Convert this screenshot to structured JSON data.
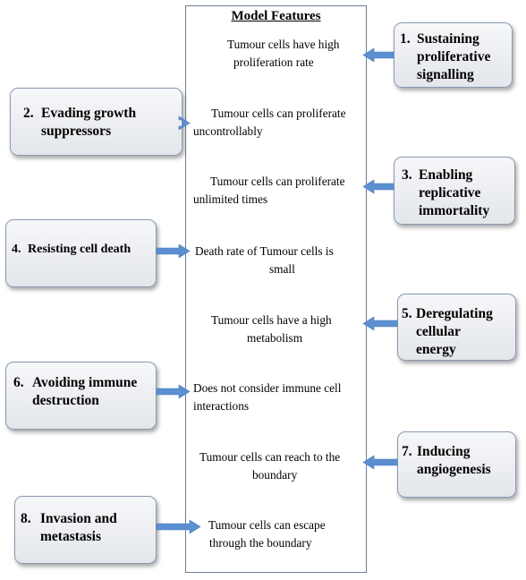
{
  "panel": {
    "title": "Model Features"
  },
  "features": [
    {
      "line1": "Tumour cells have high",
      "line2": "proliferation rate"
    },
    {
      "line1": "Tumour cells can proliferate",
      "line2": "uncontrollably"
    },
    {
      "line1": "Tumour  cells can proliferate",
      "line2": "unlimited times"
    },
    {
      "line1": "Death rate of  Tumour  cells is",
      "line2": "small"
    },
    {
      "line1": "Tumour cells have a high",
      "line2": "metabolism"
    },
    {
      "line1": "Does not consider immune cell",
      "line2": "interactions"
    },
    {
      "line1": "Tumour cells can reach to the",
      "line2": "boundary"
    },
    {
      "line1": "Tumour  cells can escape",
      "line2": "through the boundary"
    }
  ],
  "hallmarks": [
    {
      "num": "1.",
      "l1": "Sustaining",
      "l2": "proliferative",
      "l3": "signalling"
    },
    {
      "num": "2.",
      "l1": "Evading growth",
      "l2": "suppressors"
    },
    {
      "num": "3.",
      "l1": "Enabling",
      "l2": "replicative",
      "l3": "immortality"
    },
    {
      "num": "4.",
      "l1": "Resisting cell death"
    },
    {
      "num": "5.",
      "l1": "Deregulating",
      "l2": "cellular",
      "l3": "energy"
    },
    {
      "num": "6.",
      "l1": "Avoiding immune",
      "l2": "destruction"
    },
    {
      "num": "7.",
      "l1": "Inducing",
      "l2": "angiogenesis"
    },
    {
      "num": "8.",
      "l1": "Invasion and",
      "l2": "metastasis"
    }
  ],
  "colors": {
    "arrow": "#5b8fd0",
    "box_border": "#8a9bb0",
    "panel_border": "#6f7f92"
  }
}
